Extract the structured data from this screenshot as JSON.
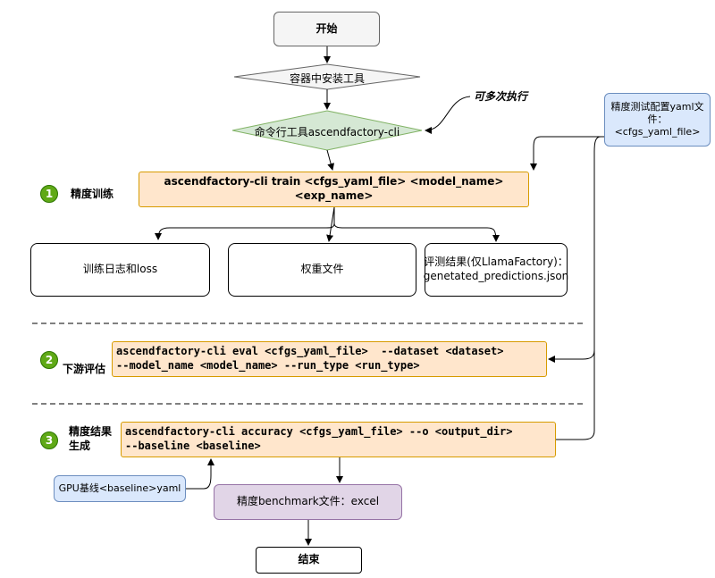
{
  "nodes": {
    "start": "开始",
    "install": "容器中安装工具",
    "cli": "命令行工具ascendfactory-cli",
    "repeat_note": "可多次执行",
    "config_note": "精度测试配置yaml文件：<cfgs_yaml_file>",
    "train_cmd": "ascendfactory-cli train <cfgs_yaml_file> <model_name> <exp_name>",
    "out_logs": "训练日志和loss",
    "out_weights": "权重文件",
    "out_eval": "评测结果(仅LlamaFactory)：genetated_predictions.json",
    "eval_cmd_line1": "ascendfactory-cli eval <cfgs_yaml_file>  --dataset <dataset>",
    "eval_cmd_line2": "--model_name <model_name> --run_type <run_type>",
    "acc_cmd_line1": "ascendfactory-cli accuracy <cfgs_yaml_file> --o <output_dir>",
    "acc_cmd_line2": "--baseline <baseline>",
    "gpu_baseline": "GPU基线<baseline>yaml",
    "benchmark": "精度benchmark文件：excel",
    "end": "结束"
  },
  "steps": [
    {
      "num": "1",
      "label": "精度训练"
    },
    {
      "num": "2",
      "label": "下游评估"
    },
    {
      "num": "3",
      "label": "精度结果生成"
    }
  ],
  "colors": {
    "orange_fill": "#ffe6cc",
    "orange_border": "#d79b00",
    "green_fill": "#d5e8d4",
    "green_border": "#82b366",
    "blue_fill": "#dae8fc",
    "purple_fill": "#e1d5e7",
    "badge_green": "#60a917"
  }
}
